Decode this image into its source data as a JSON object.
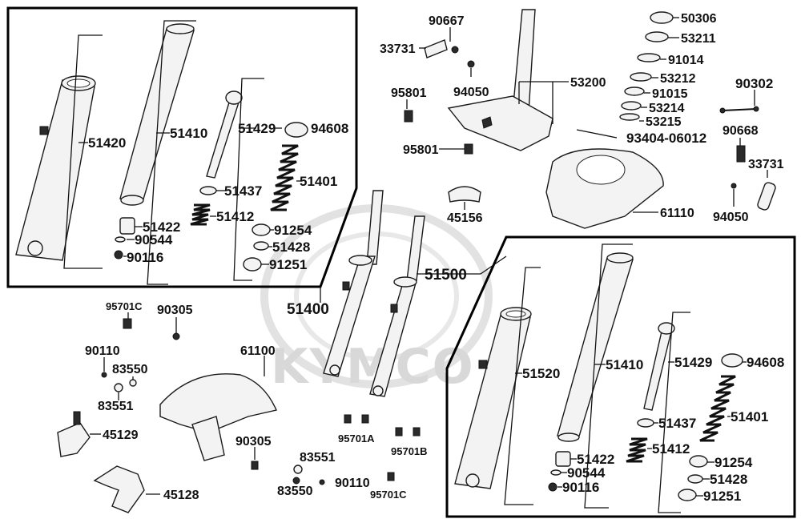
{
  "watermark": "KYMCO",
  "labels": {
    "p51420": "51420",
    "p51410a": "51410",
    "p51429a": "51429",
    "p94608a": "94608",
    "p51401a": "51401",
    "p51437a": "51437",
    "p51412a": "51412",
    "p51422a": "51422",
    "p90544a": "90544",
    "p90116a": "90116",
    "p91254a": "91254",
    "p51428a": "51428",
    "p91251a": "91251",
    "p51400": "51400",
    "p90667": "90667",
    "p33731a": "33731",
    "p94050a": "94050",
    "p95801a": "95801",
    "p95801b": "95801",
    "p53200": "53200",
    "p93404": "93404-06012",
    "p45156": "45156",
    "p61110": "61110",
    "p51500": "51500",
    "p50306": "50306",
    "p53211": "53211",
    "p91014": "91014",
    "p53212": "53212",
    "p91015": "91015",
    "p53214": "53214",
    "p53215": "53215",
    "p90302": "90302",
    "p90668": "90668",
    "p33731b": "33731",
    "p94050b": "94050",
    "p95701C": "95701C",
    "p90305a": "90305",
    "p90110a": "90110",
    "p83550a": "83550",
    "p83551a": "83551",
    "p45129": "45129",
    "p61100": "61100",
    "p45128": "45128",
    "p90305b": "90305",
    "p95701A": "95701A",
    "p95701B": "95701B",
    "p83551b": "83551",
    "p83550b": "83550",
    "p90110b": "90110",
    "p95701Cb": "95701C",
    "p51520": "51520",
    "p51410b": "51410",
    "p51429b": "51429",
    "p94608b": "94608",
    "p51401b": "51401",
    "p51437b": "51437",
    "p51412b": "51412",
    "p51422b": "51422",
    "p90544b": "90544",
    "p90116b": "90116",
    "p91254b": "91254",
    "p51428b": "51428",
    "p91251b": "91251"
  }
}
